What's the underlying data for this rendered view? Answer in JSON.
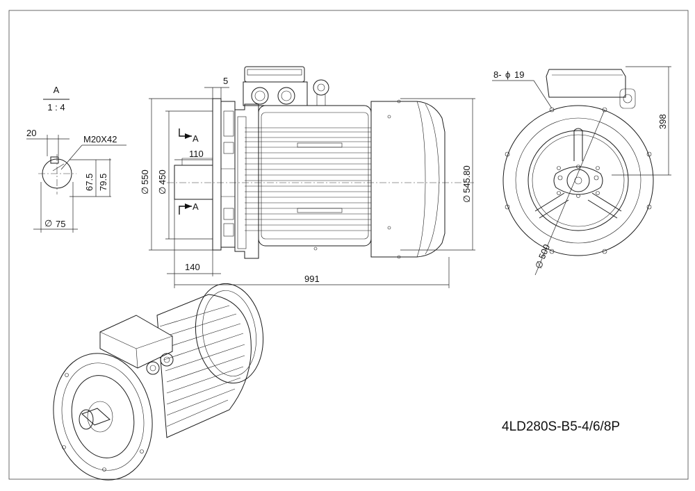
{
  "drawing": {
    "model": "4LD280S-B5-4/6/8P",
    "detail": {
      "label": "A",
      "scale": "1 : 4"
    }
  },
  "dimensions": {
    "key_width": "20",
    "thread": "M20X42",
    "d_67_5": "67.5",
    "d_79_5": "79.5",
    "shaft_dia": "75",
    "gap_5": "5",
    "shaft_len": "110",
    "flange_dia": "550",
    "spigot_dia": "450",
    "body_dia": "545.80",
    "flange_offset": "140",
    "total_length": "991",
    "holes": "8-",
    "hole_dia": "19",
    "height_398": "398",
    "pcd": "500"
  },
  "labels": {
    "section_a_top": "A",
    "section_a_bottom": "A",
    "dia_symbol": "∅",
    "phi_symbol": "ϕ"
  }
}
